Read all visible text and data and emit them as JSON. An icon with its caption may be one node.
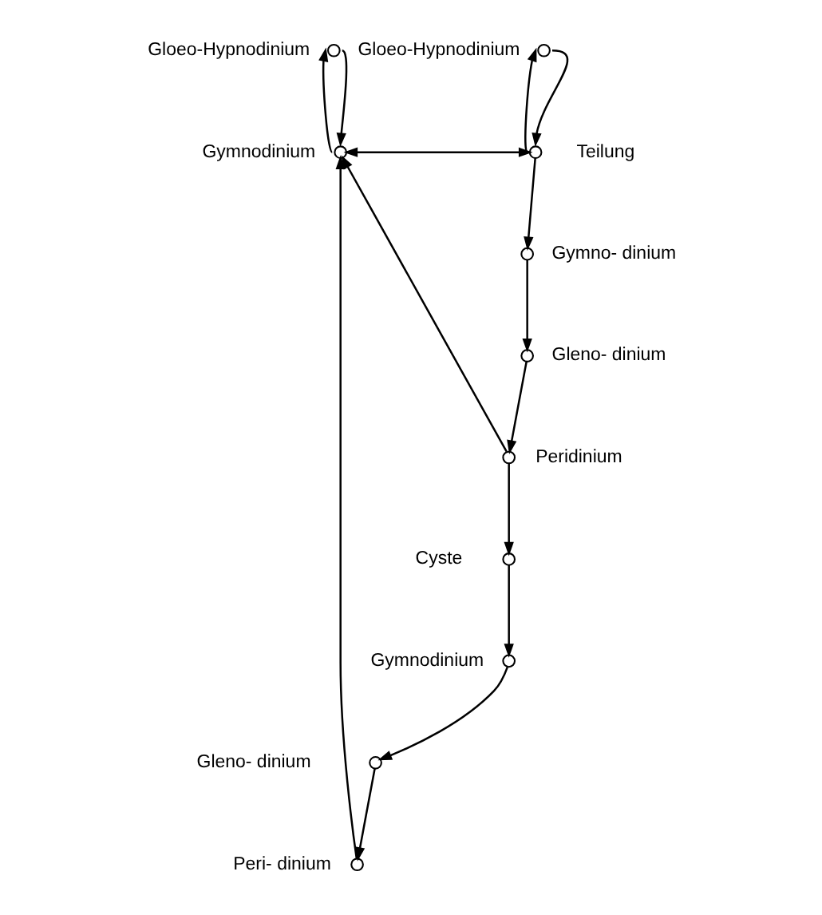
{
  "diagram": {
    "nodes": [
      {
        "text": [],
        "shape": "circle",
        "beside": [
          "Gloeo-Hypnodinium"
        ]
      },
      {
        "text": [],
        "shape": "circle",
        "beside": [
          "Gloeo-Hypnodinium"
        ]
      },
      {
        "text": [],
        "shape": "circle",
        "beside": [
          "Gymnodinium"
        ]
      },
      {
        "text": [],
        "shape": "circle",
        "beside": [
          "Teilung"
        ]
      },
      {
        "text": [],
        "shape": "circle",
        "beside": [
          "Gymno- dinium"
        ]
      },
      {
        "text": [],
        "shape": "circle",
        "beside": [
          "Gleno- dinium"
        ]
      },
      {
        "text": [],
        "shape": "circle",
        "beside": [
          "Peridinium"
        ]
      },
      {
        "text": [],
        "shape": "circle",
        "beside": [
          "Cyste"
        ]
      },
      {
        "text": [],
        "shape": "circle",
        "beside": [
          "Gymnodinium"
        ]
      },
      {
        "text": [],
        "shape": "circle",
        "beside": [
          "Gleno- dinium"
        ]
      },
      {
        "text": [],
        "shape": "circle",
        "beside": [
          "Peri- dinium"
        ]
      }
    ],
    "edges": [
      {
        "from": 2,
        "to": 0,
        "arrow": "to"
      },
      {
        "from": 0,
        "to": 2,
        "arrow": "to"
      },
      {
        "from": 3,
        "to": 1,
        "arrow": "to"
      },
      {
        "from": 1,
        "to": 3,
        "arrow": "to"
      },
      {
        "from": 2,
        "to": 3,
        "arrow": "both"
      },
      {
        "from": 3,
        "to": 4,
        "arrow": "to"
      },
      {
        "from": 4,
        "to": 5,
        "arrow": "to"
      },
      {
        "from": 5,
        "to": 6,
        "arrow": "to"
      },
      {
        "from": 6,
        "to": 7,
        "arrow": "to"
      },
      {
        "from": 7,
        "to": 8,
        "arrow": "to"
      },
      {
        "from": 8,
        "to": 9,
        "arrow": "to"
      },
      {
        "from": 9,
        "to": 10,
        "arrow": "to"
      },
      {
        "from": 10,
        "to": 2,
        "arrow": "to"
      },
      {
        "from": 6,
        "to": 2,
        "arrow": "to"
      }
    ]
  }
}
